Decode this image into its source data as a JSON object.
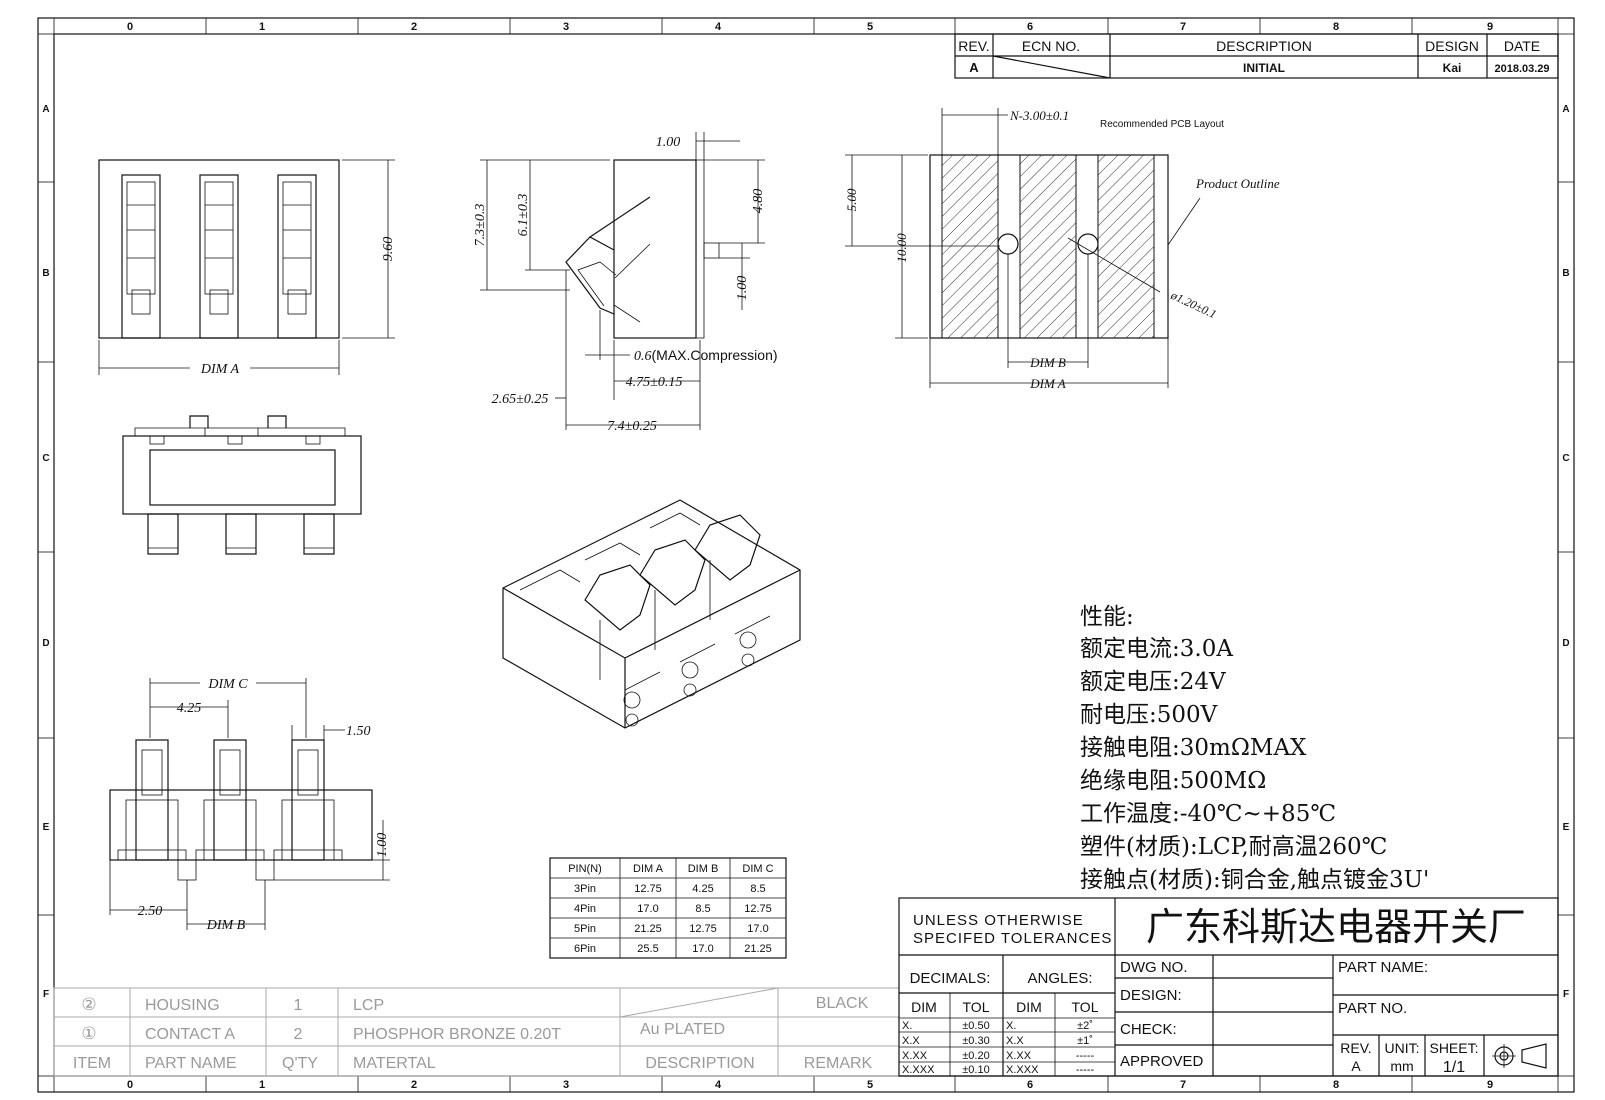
{
  "grid": {
    "columns": [
      "0",
      "1",
      "2",
      "3",
      "4",
      "5",
      "6",
      "7",
      "8",
      "9"
    ],
    "rows": [
      "A",
      "B",
      "C",
      "D",
      "E",
      "F"
    ]
  },
  "revision_table": {
    "headers": {
      "rev": "REV.",
      "ecn": "ECN NO.",
      "description": "DESCRIPTION",
      "design": "DESIGN",
      "date": "DATE"
    },
    "row": {
      "rev": "A",
      "ecn": "",
      "description": "INITIAL",
      "design": "Kai",
      "date": "2018.03.29"
    }
  },
  "views": {
    "top": {
      "dim_a": "DIM A",
      "height": "9.60"
    },
    "side": {
      "d_1_00_top": "1.00",
      "d_7_3": "7.3±0.3",
      "d_6_1": "6.1±0.3",
      "d_4_80": "4.80",
      "d_1_00_right": "1.00",
      "d_0_6": "0.6",
      "d_0_6_note": "(MAX.Compression)",
      "d_4_75": "4.75±0.15",
      "d_2_65": "2.65±0.25",
      "d_7_4": "7.4±0.25"
    },
    "pcb": {
      "title": "Recommended PCB Layout",
      "pitch": "N-3.00±0.1",
      "product_outline": "Product Outline",
      "d_5_00": "5.00",
      "d_10_00": "10.00",
      "hole": "ø1.20±0.1",
      "dim_b": "DIM B",
      "dim_a": "DIM A"
    },
    "bottom": {
      "dim_c": "DIM C",
      "d_4_25": "4.25",
      "d_1_50": "1.50",
      "d_1_00": "1.00",
      "d_2_50": "2.50",
      "dim_b": "DIM B"
    }
  },
  "specs": {
    "heading": "性能:",
    "lines": [
      "额定电流:3.0A",
      "额定电压:24V",
      "耐电压:500V",
      "接触电阻:30mΩMAX",
      "绝缘电阻:500MΩ",
      "工作温度:-40℃~+85℃",
      "塑件(材质):LCP,耐高温260℃",
      "接触点(材质):铜合金,触点镀金3U'"
    ]
  },
  "dim_table": {
    "headers": [
      "PIN(N)",
      "DIM A",
      "DIM B",
      "DIM C"
    ],
    "rows": [
      [
        "3Pin",
        "12.75",
        "4.25",
        "8.5"
      ],
      [
        "4Pin",
        "17.0",
        "8.5",
        "12.75"
      ],
      [
        "5Pin",
        "21.25",
        "12.75",
        "17.0"
      ],
      [
        "6Pin",
        "25.5",
        "17.0",
        "21.25"
      ]
    ]
  },
  "bom": {
    "rows": [
      {
        "item": "②",
        "part_name": "HOUSING",
        "qty": "1",
        "material": "LCP",
        "description": "",
        "remark": "BLACK"
      },
      {
        "item": "①",
        "part_name": "CONTACT A",
        "qty": "2",
        "material": "PHOSPHOR BRONZE 0.20T",
        "description": "Au PLATED",
        "remark": ""
      }
    ],
    "headers": {
      "item": "ITEM",
      "part_name": "PART NAME",
      "qty": "Q'TY",
      "material": "MATERTAL",
      "description": "DESCRIPTION",
      "remark": "REMARK"
    }
  },
  "title_block": {
    "tol_line1": "UNLESS OTHERWISE",
    "tol_line2": "SPECIFED TOLERANCES",
    "company": "广东科斯达电器开关厂",
    "decimals": "DECIMALS:",
    "angles": "ANGLES:",
    "dim": "DIM",
    "tol": "TOL",
    "decimal_rows": [
      [
        "X.",
        "±0.50"
      ],
      [
        "X.X",
        "±0.30"
      ],
      [
        "X.XX",
        "±0.20"
      ],
      [
        "X.XXX",
        "±0.10"
      ]
    ],
    "angle_rows": [
      [
        "X.",
        "±2˚"
      ],
      [
        "X.X",
        "±1˚"
      ],
      [
        "X.XX",
        "-----"
      ],
      [
        "X.XXX",
        "-----"
      ]
    ],
    "dwg_no": "DWG NO.",
    "design": "DESIGN:",
    "check": "CHECK:",
    "approved": "APPROVED",
    "part_name": "PART NAME:",
    "part_no": "PART NO.",
    "rev_label": "REV.",
    "rev_value": "A",
    "unit_label": "UNIT:",
    "unit_value": "mm",
    "sheet_label": "SHEET:",
    "sheet_value": "1/1"
  }
}
